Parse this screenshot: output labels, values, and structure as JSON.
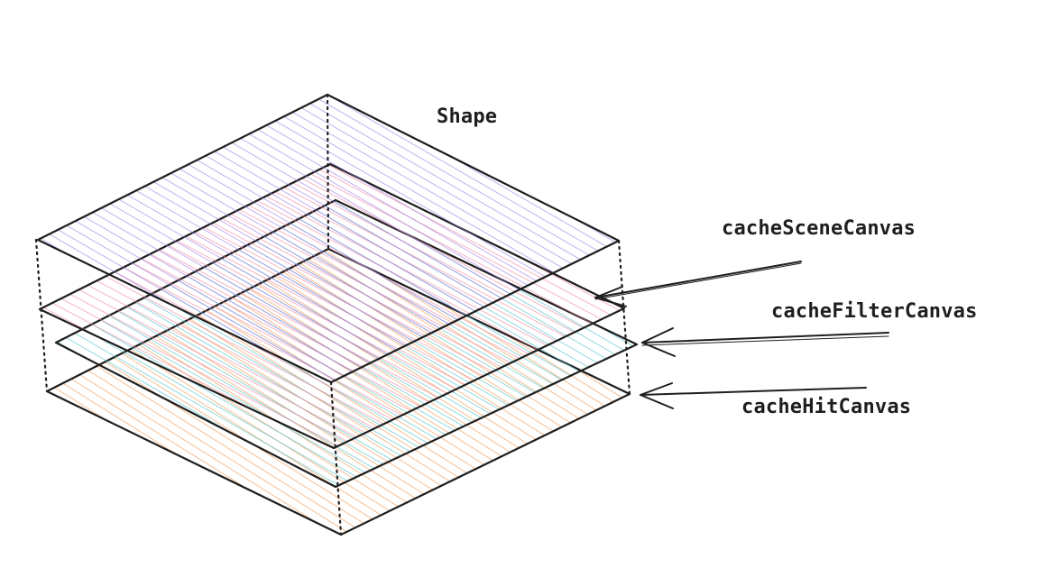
{
  "labels": {
    "shape": "Shape",
    "scene": "cacheSceneCanvas",
    "filter": "cacheFilterCanvas",
    "hit": "cacheHitCanvas"
  },
  "colors": {
    "stroke": "#1e1e1e",
    "shape_hatch": "#9b7be8",
    "scene_hatch": "#f08aa0",
    "filter_hatch": "#52c4cc",
    "hit_hatch": "#f5a15e"
  }
}
